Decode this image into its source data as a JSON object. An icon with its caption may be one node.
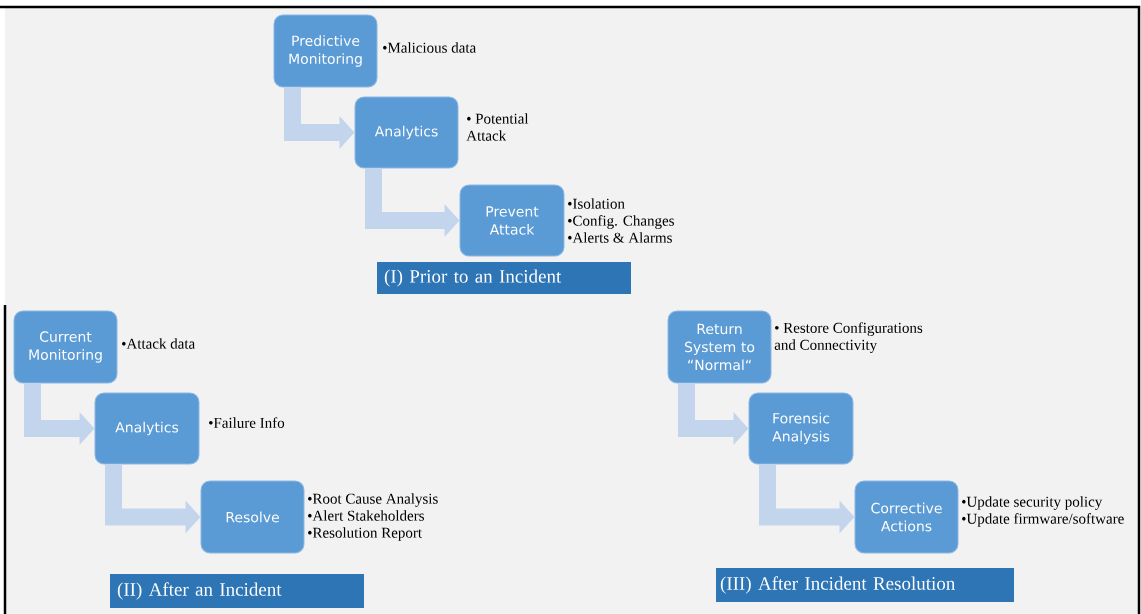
{
  "diagram": {
    "nodes": [
      {
        "text": [
          "Predictive Monitoring"
        ],
        "beside": [
          "•Malicious data"
        ]
      },
      {
        "text": [
          "Analytics"
        ],
        "beside": [
          "• Potential Attack"
        ]
      },
      {
        "text": [
          "Prevent Attack"
        ],
        "beside": [
          "•Isolation",
          "•Config. Changes",
          "•Alerts & Alarms"
        ]
      },
      {
        "text": [
          "(I) Prior to an Incident"
        ]
      },
      {
        "text": [
          "Current Monitoring"
        ],
        "beside": [
          "•Attack data"
        ]
      },
      {
        "text": [
          "Analytics"
        ],
        "beside": [
          "•Failure Info"
        ]
      },
      {
        "text": [
          "Resolve"
        ],
        "beside": [
          "•Root Cause Analysis",
          "•Alert Stakeholders",
          "•Resolution Report"
        ]
      },
      {
        "text": [
          "(II) After an Incident"
        ]
      },
      {
        "text": [
          "Return System to “Normal“"
        ],
        "beside": [
          "• Restore Configurations and Connectivity"
        ]
      },
      {
        "text": [
          "Forensic Analysis"
        ]
      },
      {
        "text": [
          "Corrective Actions"
        ],
        "beside": [
          "•Update security policy",
          "•Update firmware/software"
        ]
      },
      {
        "text": [
          "(III) After Incident Resolution"
        ]
      }
    ],
    "edges": [
      {
        "from": 0,
        "to": 1,
        "arrow": "to"
      },
      {
        "from": 1,
        "to": 2,
        "arrow": "to"
      },
      {
        "from": 4,
        "to": 5,
        "arrow": "to"
      },
      {
        "from": 5,
        "to": 6,
        "arrow": "to"
      },
      {
        "from": 8,
        "to": 9,
        "arrow": "to"
      },
      {
        "from": 9,
        "to": 10,
        "arrow": "to"
      }
    ]
  }
}
